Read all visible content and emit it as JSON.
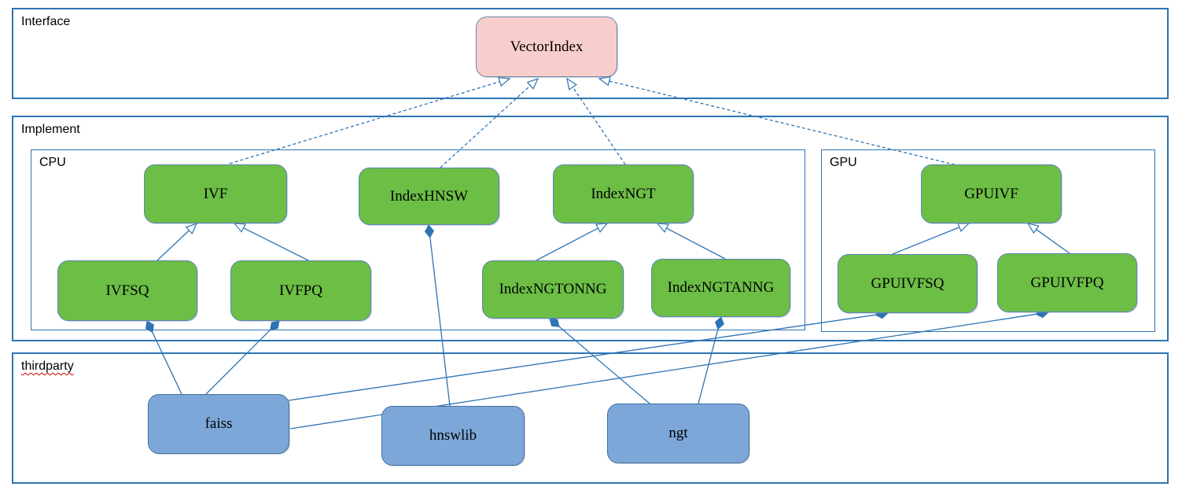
{
  "diagram": {
    "containers": [
      {
        "id": "interface",
        "label": "Interface"
      },
      {
        "id": "implement",
        "label": "Implement"
      },
      {
        "id": "cpu",
        "label": "CPU"
      },
      {
        "id": "gpu",
        "label": "GPU"
      },
      {
        "id": "thirdparty",
        "label": "thirdparty",
        "spellcheck_underline": true
      }
    ],
    "nodes": [
      {
        "id": "vectorindex",
        "label": "VectorIndex",
        "group": "interface"
      },
      {
        "id": "ivf",
        "label": "IVF",
        "group": "cpu"
      },
      {
        "id": "indexhnsw",
        "label": "IndexHNSW",
        "group": "cpu"
      },
      {
        "id": "indexngt",
        "label": "IndexNGT",
        "group": "cpu"
      },
      {
        "id": "ivfsq",
        "label": "IVFSQ",
        "group": "cpu"
      },
      {
        "id": "ivfpq",
        "label": "IVFPQ",
        "group": "cpu"
      },
      {
        "id": "indexngtonng",
        "label": "IndexNGTONNG",
        "group": "cpu"
      },
      {
        "id": "indexngtanng",
        "label": "IndexNGTANNG",
        "group": "cpu"
      },
      {
        "id": "gpuivf",
        "label": "GPUIVF",
        "group": "gpu"
      },
      {
        "id": "gpuivfsq",
        "label": "GPUIVFSQ",
        "group": "gpu"
      },
      {
        "id": "gpuivfpq",
        "label": "GPUIVFPQ",
        "group": "gpu"
      },
      {
        "id": "faiss",
        "label": "faiss",
        "group": "thirdparty"
      },
      {
        "id": "hnswlib",
        "label": "hnswlib",
        "group": "thirdparty"
      },
      {
        "id": "ngt",
        "label": "ngt",
        "group": "thirdparty"
      }
    ],
    "edges": [
      {
        "from": "ivf",
        "to": "vectorindex",
        "type": "realization"
      },
      {
        "from": "indexhnsw",
        "to": "vectorindex",
        "type": "realization"
      },
      {
        "from": "indexngt",
        "to": "vectorindex",
        "type": "realization"
      },
      {
        "from": "gpuivf",
        "to": "vectorindex",
        "type": "realization"
      },
      {
        "from": "ivfsq",
        "to": "ivf",
        "type": "generalization"
      },
      {
        "from": "ivfpq",
        "to": "ivf",
        "type": "generalization"
      },
      {
        "from": "indexngtonng",
        "to": "indexngt",
        "type": "generalization"
      },
      {
        "from": "indexngtanng",
        "to": "indexngt",
        "type": "generalization"
      },
      {
        "from": "gpuivfsq",
        "to": "gpuivf",
        "type": "generalization"
      },
      {
        "from": "gpuivfpq",
        "to": "gpuivf",
        "type": "generalization"
      },
      {
        "from": "faiss",
        "to": "ivfsq",
        "type": "composition"
      },
      {
        "from": "faiss",
        "to": "ivfpq",
        "type": "composition"
      },
      {
        "from": "hnswlib",
        "to": "indexhnsw",
        "type": "composition"
      },
      {
        "from": "ngt",
        "to": "indexngtonng",
        "type": "composition"
      },
      {
        "from": "ngt",
        "to": "indexngtanng",
        "type": "composition"
      },
      {
        "from": "faiss",
        "to": "gpuivfsq",
        "type": "composition"
      },
      {
        "from": "faiss",
        "to": "gpuivfpq",
        "type": "composition"
      }
    ],
    "colors": {
      "interface_node_fill": "#f8cecc",
      "interface_node_border": "#6b85a8",
      "implement_node_fill": "#6cbe45",
      "implement_node_border": "#5b85b8",
      "thirdparty_node_fill": "#7da7d9",
      "thirdparty_node_border": "#41719c",
      "container_border": "#2e74b5",
      "connector": "#2e74b5",
      "label_text": "#000000",
      "spellcheck_underline": "#d10000"
    }
  }
}
